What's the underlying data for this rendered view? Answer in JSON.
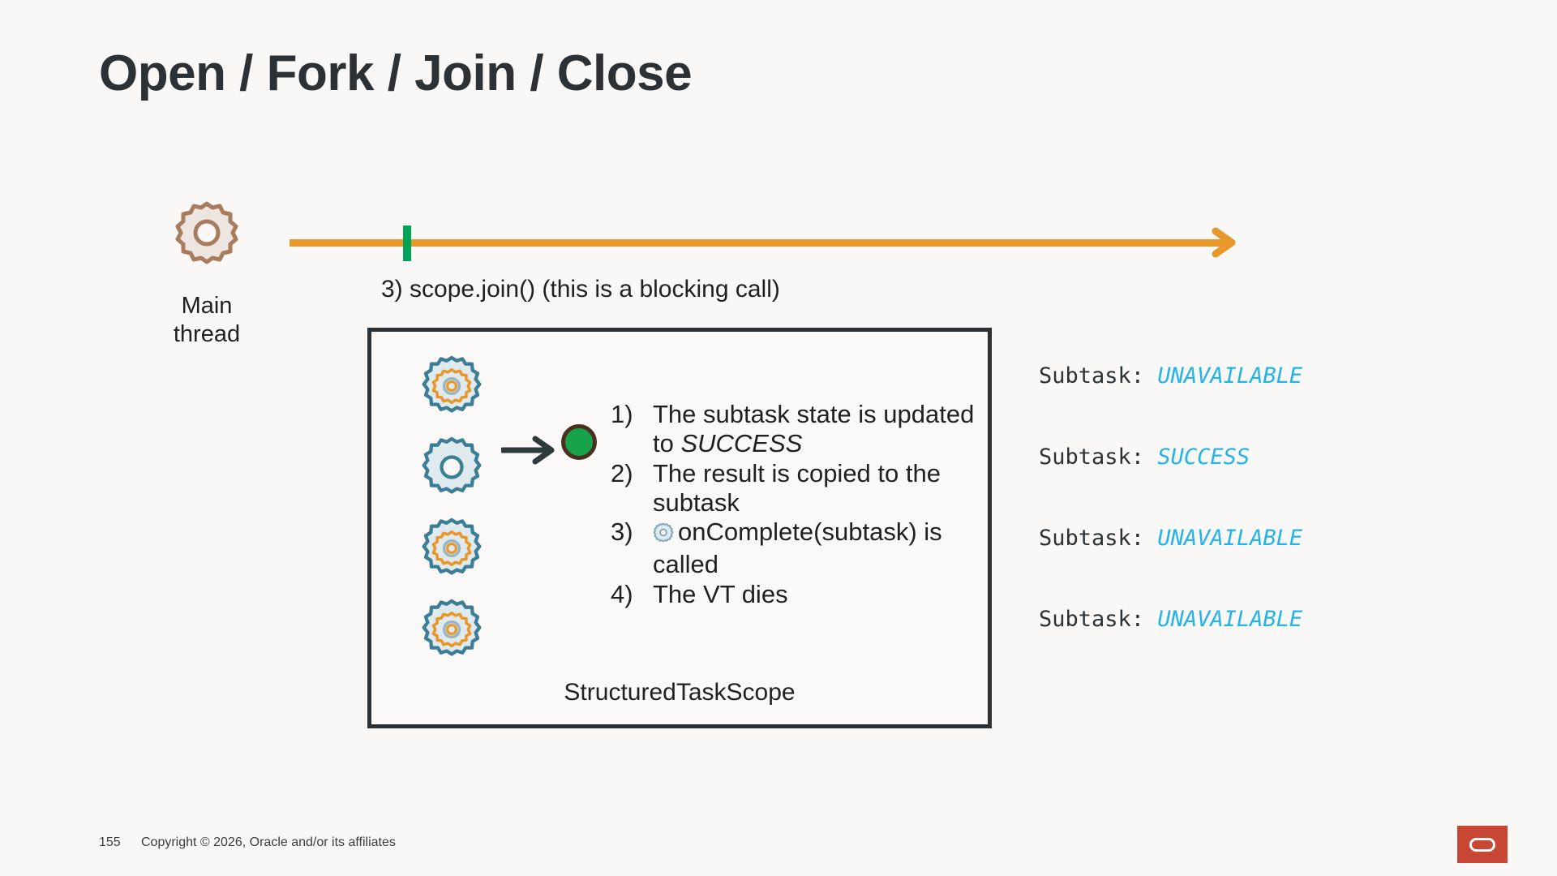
{
  "slide": {
    "title": "Open / Fork / Join / Close",
    "page_number": "155",
    "copyright": "Copyright © 2026, Oracle and/or its affiliates",
    "logo_name": "oracle-logo"
  },
  "colors": {
    "background": "#f9f8f6",
    "title": "#2b3134",
    "timeline": "#e8972a",
    "timeline_tick": "#00a357",
    "box_border": "#2b3134",
    "green_dot_fill": "#16a34a",
    "green_dot_stroke": "#4a2f20",
    "gear_blue": "#3d7e96",
    "gear_blue_fill": "#dfeaee",
    "gear_orange": "#e8972a",
    "gear_main_stroke": "#a97c5d",
    "gear_main_fill": "#ece5e0",
    "status_value": "#24b3e8",
    "oracle_red": "#c74634"
  },
  "main_thread": {
    "icon": "gear-icon",
    "label_line1": "Main",
    "label_line2": "thread"
  },
  "timeline": {
    "icon_arrow": "arrow-right-icon",
    "tick_name": "join-tick-marker",
    "caption": "3) scope.join() (this is a blocking call)"
  },
  "scope_box": {
    "label": "StructuredTaskScope",
    "gears": [
      {
        "name": "gear-running-1",
        "state": "running"
      },
      {
        "name": "gear-completing-2",
        "state": "completing"
      },
      {
        "name": "gear-running-3",
        "state": "running"
      },
      {
        "name": "gear-running-4",
        "state": "running"
      }
    ],
    "result_marker": {
      "arrow": "arrow-right-icon",
      "dot": "green-result-dot"
    },
    "steps": [
      {
        "num": "1)",
        "text_before": "The subtask state is updated to ",
        "emphasis": "SUCCESS",
        "text_after": "",
        "has_gear_icon": false
      },
      {
        "num": "2)",
        "text_before": "The result is copied to the subtask",
        "emphasis": "",
        "text_after": "",
        "has_gear_icon": false
      },
      {
        "num": "3)",
        "text_before": "onComplete(subtask) is called",
        "emphasis": "",
        "text_after": "",
        "has_gear_icon": true
      },
      {
        "num": "4)",
        "text_before": "The VT dies",
        "emphasis": "",
        "text_after": "",
        "has_gear_icon": false
      }
    ]
  },
  "status_lines": [
    {
      "key": "Subtask: ",
      "value": "UNAVAILABLE"
    },
    {
      "key": "Subtask: ",
      "value": "SUCCESS"
    },
    {
      "key": "Subtask: ",
      "value": "UNAVAILABLE"
    },
    {
      "key": "Subtask: ",
      "value": "UNAVAILABLE"
    }
  ]
}
